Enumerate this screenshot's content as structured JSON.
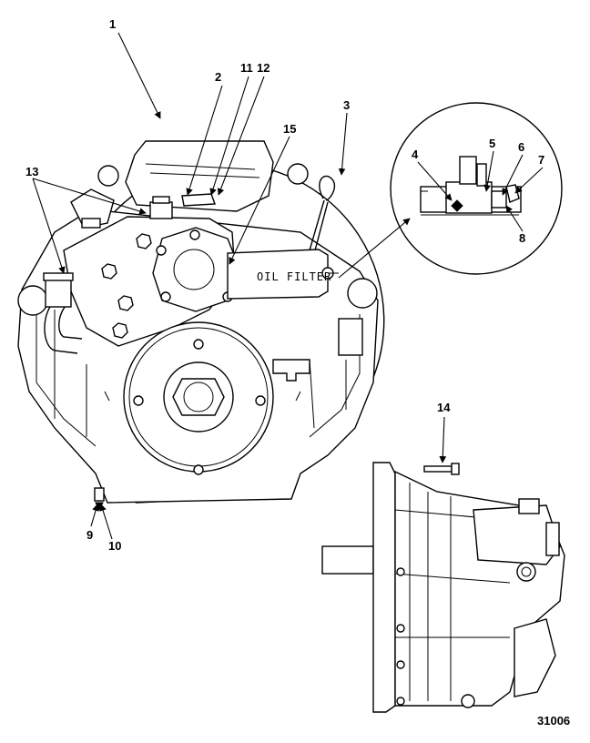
{
  "callouts": [
    "1",
    "2",
    "3",
    "4",
    "5",
    "6",
    "7",
    "8",
    "9",
    "10",
    "11",
    "12",
    "13",
    "14",
    "15"
  ],
  "filter_label": "OIL FILTER",
  "figure_number": "31006"
}
